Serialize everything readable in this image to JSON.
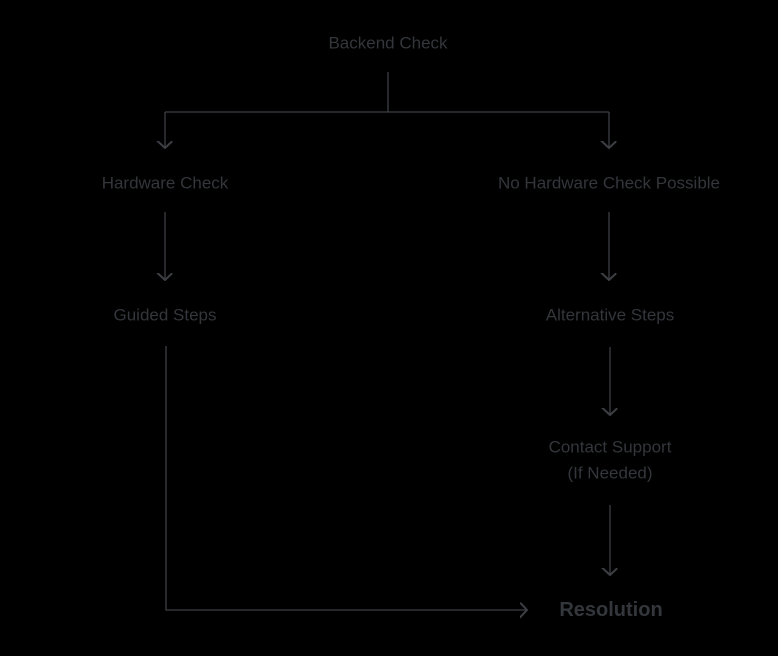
{
  "diagram": {
    "type": "flowchart",
    "background_color": "#000000",
    "text_color": "#33363b",
    "line_color": "#3c3f43",
    "nodes": {
      "backend_check": {
        "label": "Backend Check"
      },
      "hardware_check": {
        "label": "Hardware Check"
      },
      "no_hardware_check": {
        "label": "No Hardware Check Possible"
      },
      "guided_steps": {
        "label": "Guided Steps"
      },
      "alternative_steps": {
        "label": "Alternative Steps"
      },
      "contact_support": {
        "label": "Contact Support",
        "label_line2": "(If Needed)"
      },
      "resolution": {
        "label": "Resolution"
      }
    },
    "edges": [
      {
        "from": "backend_check",
        "to": "hardware_check"
      },
      {
        "from": "backend_check",
        "to": "no_hardware_check"
      },
      {
        "from": "hardware_check",
        "to": "guided_steps"
      },
      {
        "from": "no_hardware_check",
        "to": "alternative_steps"
      },
      {
        "from": "alternative_steps",
        "to": "contact_support"
      },
      {
        "from": "contact_support",
        "to": "resolution"
      },
      {
        "from": "guided_steps",
        "to": "resolution"
      }
    ]
  }
}
